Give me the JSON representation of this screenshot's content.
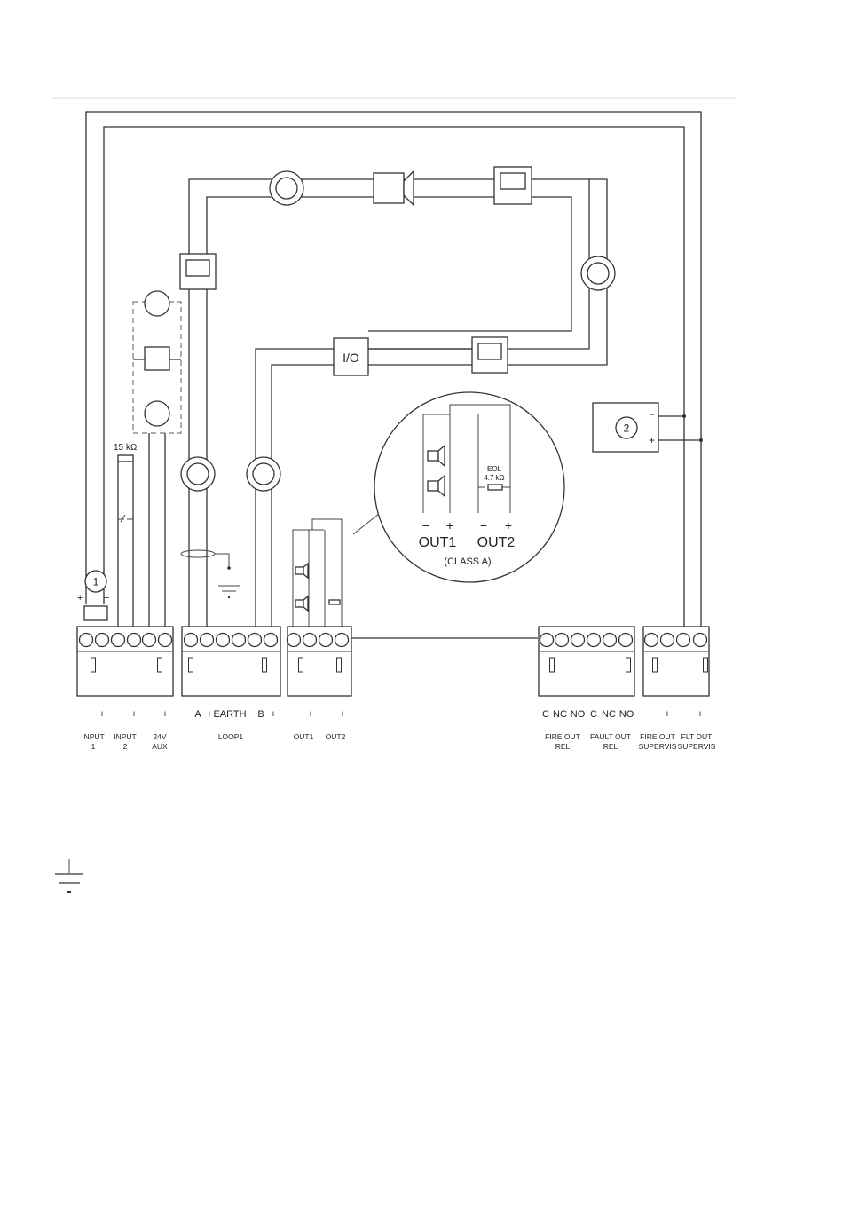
{
  "diagram": {
    "loop_devices": {
      "io_module": "I/O"
    },
    "aux_labels": {
      "resistor_15k": "15 kΩ",
      "callout_1": "1",
      "callout_2": "2",
      "minus": "−",
      "plus": "+"
    },
    "inset": {
      "eol_label_1": "EOL",
      "eol_label_2": "4.7 kΩ",
      "signs": [
        "−",
        "+",
        "−",
        "+"
      ],
      "out1_label": "OUT1",
      "out2_label": "OUT2",
      "class_label": "(CLASS A)"
    },
    "terminal_blocks": [
      {
        "terminals": [
          "−",
          "+",
          "−",
          "+",
          "−",
          "+"
        ],
        "names": [
          [
            "INPUT",
            "1"
          ],
          [
            "INPUT",
            "2"
          ],
          [
            "24V",
            "AUX"
          ]
        ]
      },
      {
        "terminals": [
          "−",
          "A",
          "+",
          "EARTH",
          "−",
          "B",
          "+"
        ],
        "names": [
          [
            "LOOP1"
          ]
        ]
      },
      {
        "terminals": [
          "−",
          "+",
          "−",
          "+"
        ],
        "names": [
          [
            "OUT1"
          ],
          [
            "OUT2"
          ]
        ]
      },
      {
        "terminals": [
          "C",
          "NC",
          "NO",
          "C",
          "NC",
          "NO"
        ],
        "names": [
          [
            "FIRE OUT",
            "REL"
          ],
          [
            "FAULT OUT",
            "REL"
          ]
        ]
      },
      {
        "terminals": [
          "−",
          "+",
          "−",
          "+"
        ],
        "names": [
          [
            "FIRE OUT",
            "SUPERVIS"
          ],
          [
            "FLT OUT",
            "SUPERVIS"
          ]
        ]
      }
    ]
  }
}
